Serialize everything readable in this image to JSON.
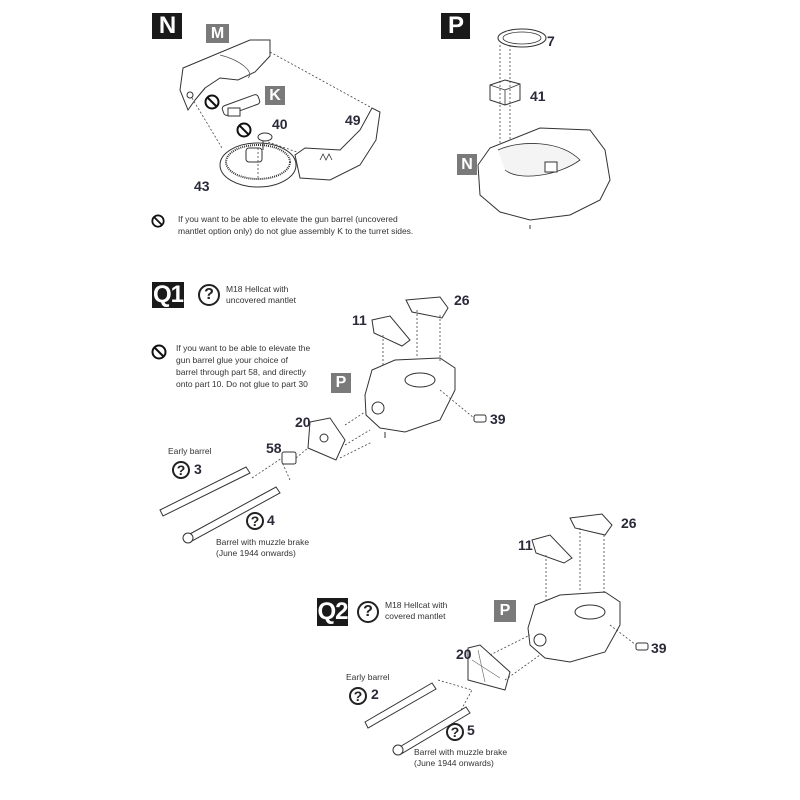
{
  "steps": {
    "N": {
      "label": "N",
      "ref_badges": [
        "M",
        "K"
      ],
      "parts": [
        "40",
        "49",
        "43"
      ],
      "note": "If you want to be able to elevate the gun barrel (uncovered mantlet option only) do not glue assembly K to the turret sides."
    },
    "P": {
      "label": "P",
      "ref_badges": [
        "N"
      ],
      "parts": [
        "7",
        "41"
      ]
    },
    "Q1": {
      "label": "Q1",
      "variant_line1": "M18 Hellcat with",
      "variant_line2": "uncovered mantlet",
      "note_lines": [
        "If you want to be able to elevate the",
        "gun barrel glue your choice of",
        "barrel through part 58, and directly",
        "onto part 10. Do not glue to part 30"
      ],
      "ref_badges": [
        "P"
      ],
      "parts": [
        "26",
        "11",
        "20",
        "39",
        "58"
      ],
      "early_barrel_label": "Early barrel",
      "early_barrel_part": "3",
      "brake_barrel_part": "4",
      "brake_line1": "Barrel with muzzle brake",
      "brake_line2": "(June 1944 onwards)"
    },
    "Q2": {
      "label": "Q2",
      "variant_line1": "M18 Hellcat with",
      "variant_line2": "covered mantlet",
      "ref_badges": [
        "P"
      ],
      "parts": [
        "26",
        "11",
        "20",
        "39"
      ],
      "early_barrel_label": "Early barrel",
      "early_barrel_part": "2",
      "brake_barrel_part": "5",
      "brake_line1": "Barrel with muzzle brake",
      "brake_line2": "(June 1944 onwards)"
    }
  },
  "icons": {
    "question": "?",
    "no_glue": "no-glue-icon"
  }
}
